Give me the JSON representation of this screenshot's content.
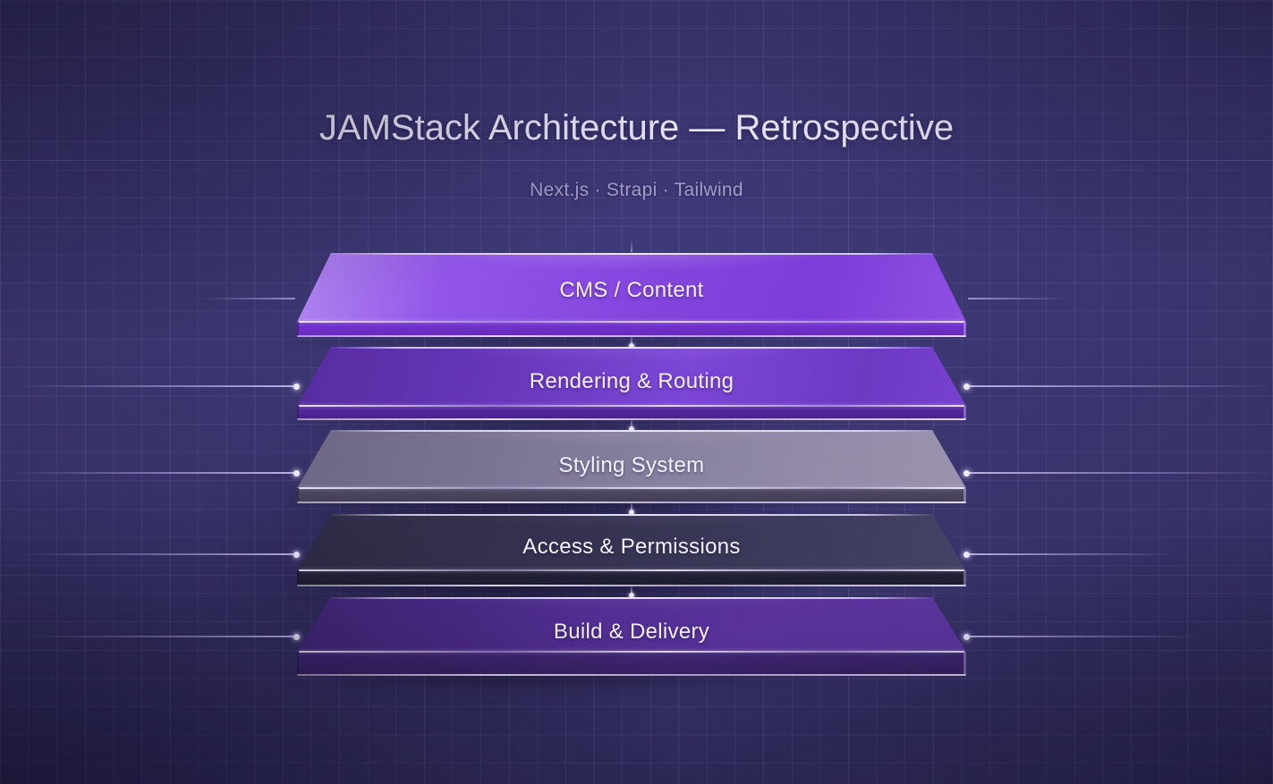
{
  "header": {
    "title": "JAMStack Architecture — Retrospective",
    "subtitle": "Next.js · Strapi · Tailwind"
  },
  "stack": {
    "layers": [
      {
        "label": "CMS / Content",
        "accent": "#8a4be4",
        "front": "#6c2fc8"
      },
      {
        "label": "Rendering & Routing",
        "accent": "#6c38c4",
        "front": "#4f2699"
      },
      {
        "label": "Styling System",
        "accent": "#837b9b",
        "front": "#4e4862"
      },
      {
        "label": "Access & Permissions",
        "accent": "#343250",
        "front": "#232136"
      },
      {
        "label": "Build & Delivery",
        "accent": "#533097",
        "front": "#3f2573"
      }
    ]
  },
  "decor": {
    "background_base": "#373268",
    "grid_line": "#a89ee4",
    "edge_highlight": "#e9e2ff",
    "connector_dot": "#eee9fd",
    "guide_line": "#baacf4",
    "title_color": "#e9e4f6",
    "subtitle_color": "#a29bc6",
    "label_color": "#f3f0fc"
  }
}
